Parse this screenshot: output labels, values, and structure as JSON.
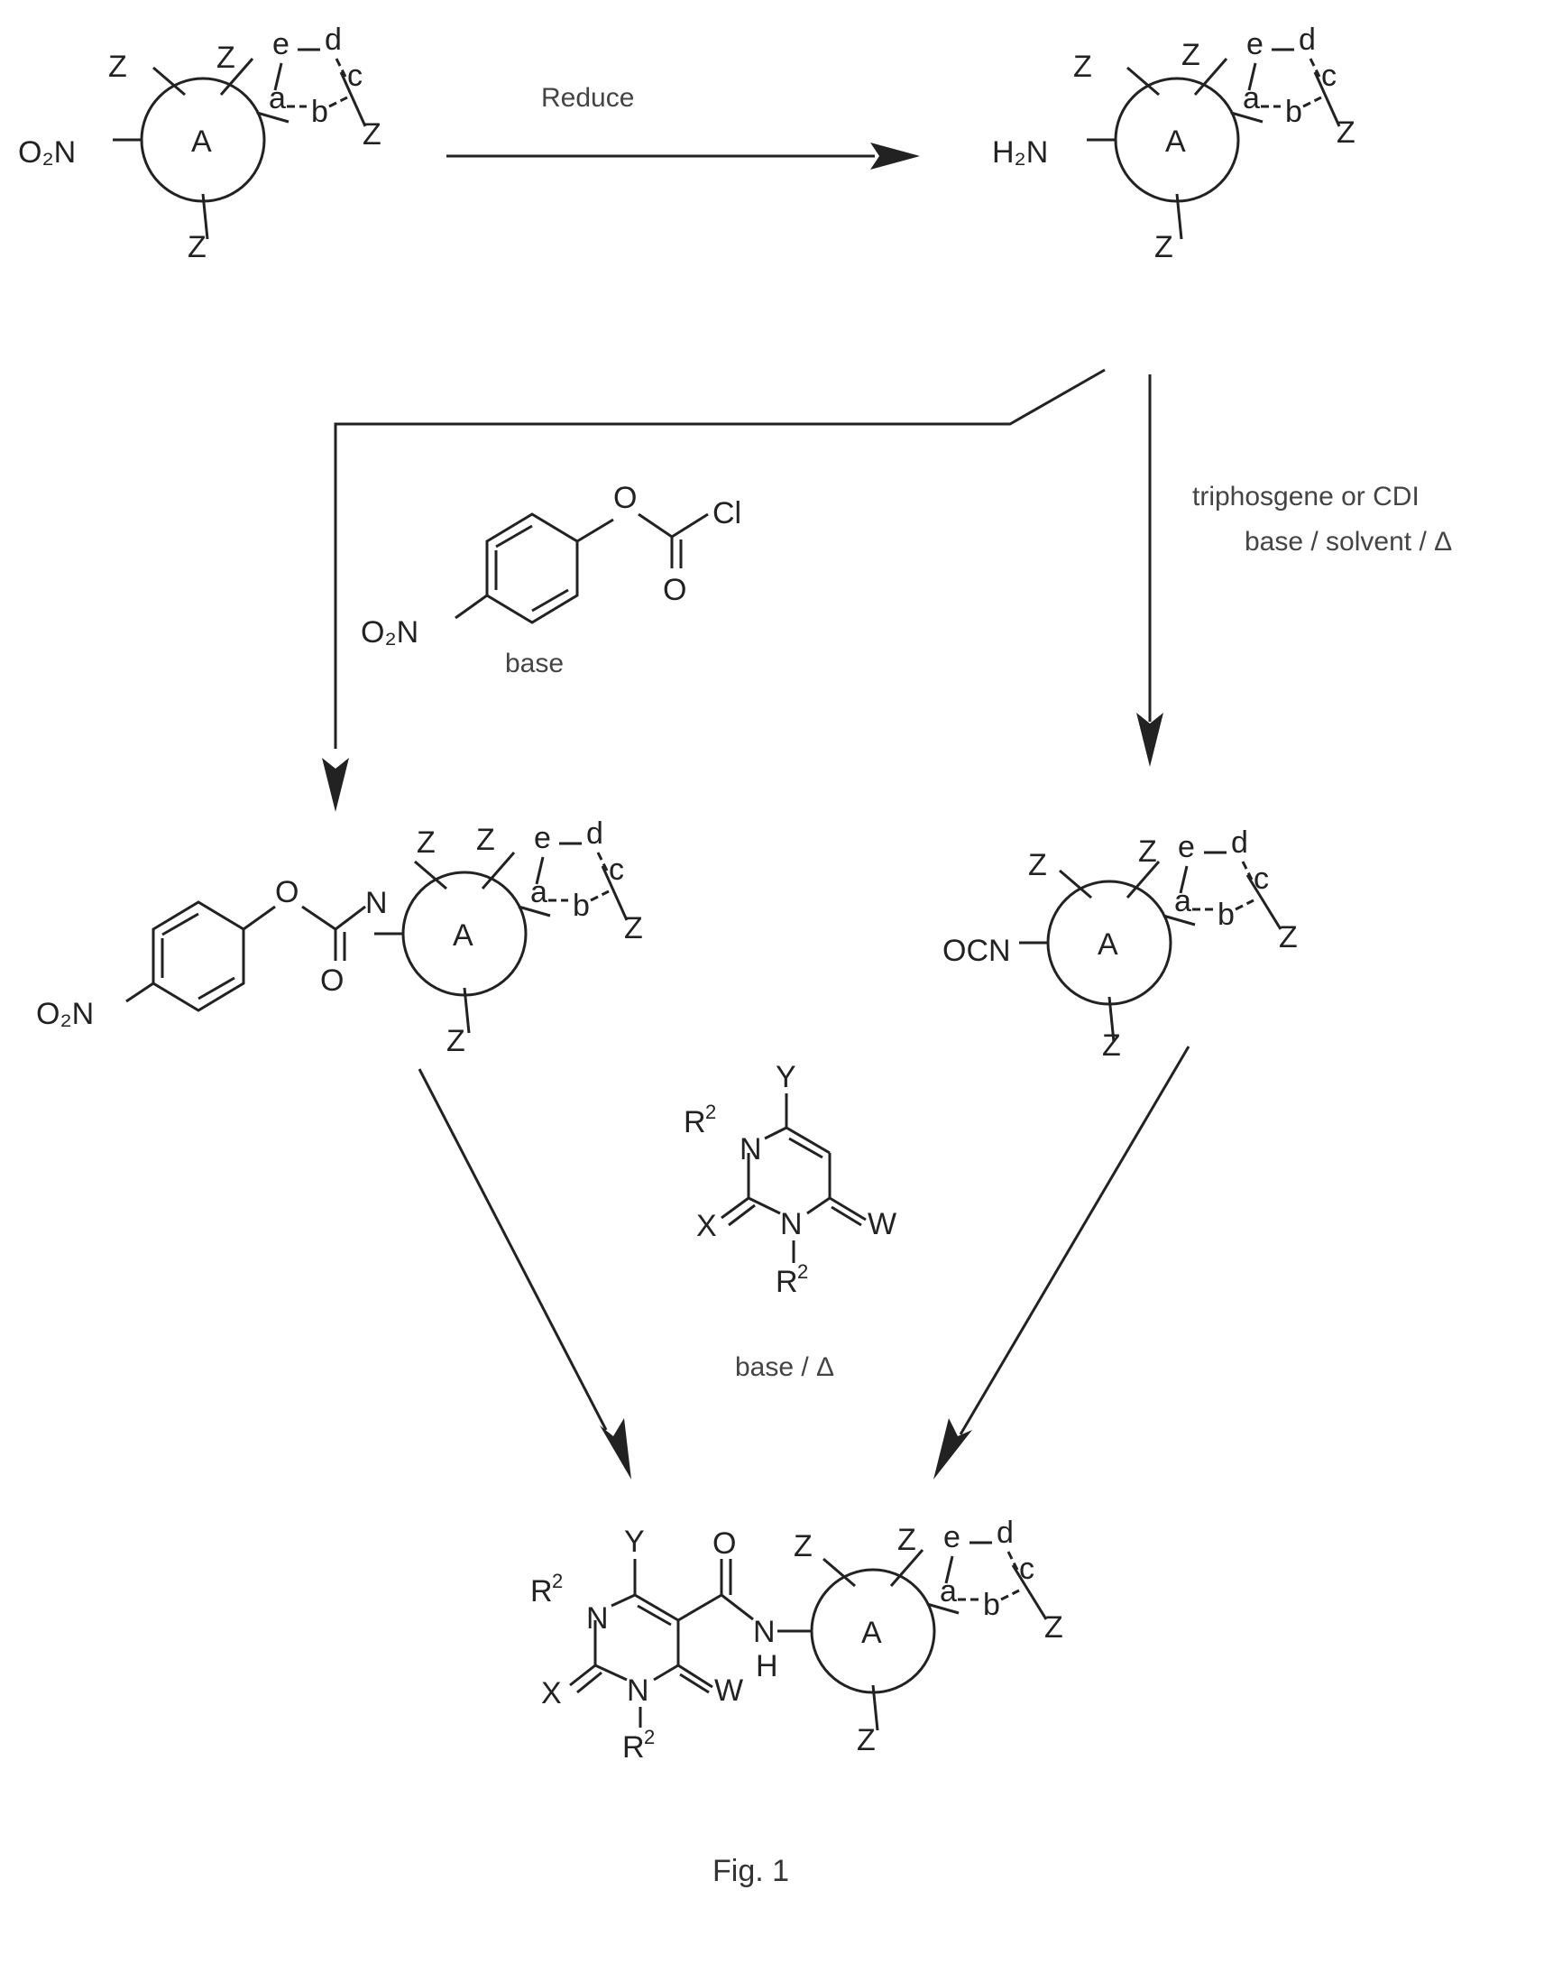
{
  "reagents": {
    "reduce": "Reduce",
    "triphosgene_line1": "triphosgene or CDI",
    "triphosgene_line2": "base / solvent / Δ",
    "chloroformate_base": "base",
    "final_conditions": "base / Δ"
  },
  "atom_labels": {
    "Z": "Z",
    "A": "A",
    "a": "a",
    "b": "b",
    "c": "c",
    "d": "d",
    "e": "e",
    "O2N": "O₂N",
    "H2N": "H₂N",
    "OCN": "OCN",
    "N": "N",
    "H": "H",
    "O": "O",
    "Cl": "Cl",
    "Y": "Y",
    "X": "X",
    "W": "W",
    "R": "R",
    "two": "2"
  },
  "caption": "Fig. 1"
}
